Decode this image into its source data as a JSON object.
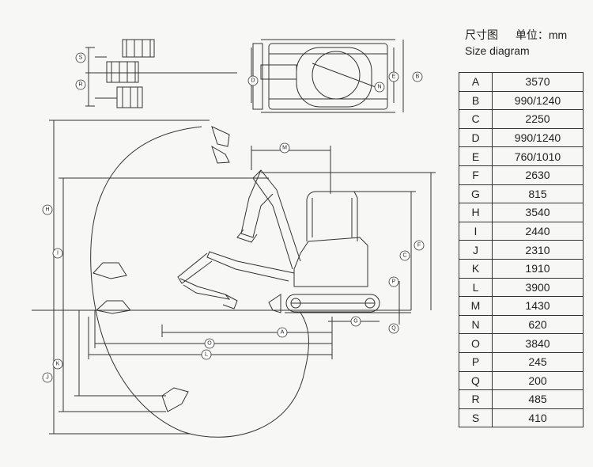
{
  "header": {
    "title_cn": "尺寸图",
    "unit_cn": "单位：mm",
    "title_en": "Size diagram"
  },
  "dimensions": [
    {
      "key": "A",
      "value": "3570"
    },
    {
      "key": "B",
      "value": "990/1240"
    },
    {
      "key": "C",
      "value": "2250"
    },
    {
      "key": "D",
      "value": "990/1240"
    },
    {
      "key": "E",
      "value": "760/1010"
    },
    {
      "key": "F",
      "value": "2630"
    },
    {
      "key": "G",
      "value": "815"
    },
    {
      "key": "H",
      "value": "3540"
    },
    {
      "key": "I",
      "value": "2440"
    },
    {
      "key": "J",
      "value": "2310"
    },
    {
      "key": "K",
      "value": "1910"
    },
    {
      "key": "L",
      "value": "3900"
    },
    {
      "key": "M",
      "value": "1430"
    },
    {
      "key": "N",
      "value": "620"
    },
    {
      "key": "O",
      "value": "3840"
    },
    {
      "key": "P",
      "value": "245"
    },
    {
      "key": "Q",
      "value": "200"
    },
    {
      "key": "R",
      "value": "485"
    },
    {
      "key": "S",
      "value": "410"
    }
  ],
  "diagram_labels": [
    "S",
    "R",
    "D",
    "N",
    "E",
    "B",
    "M",
    "H",
    "I",
    "C",
    "F",
    "P",
    "Q",
    "G",
    "A",
    "O",
    "L",
    "J",
    "K"
  ]
}
